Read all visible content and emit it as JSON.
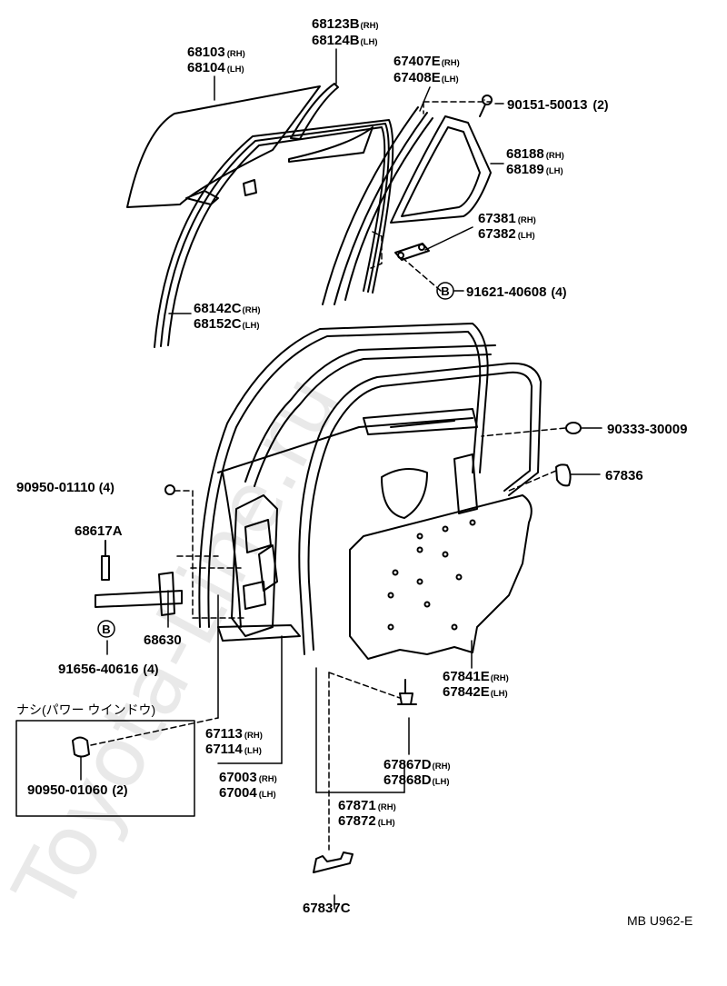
{
  "watermark": "Toyota-Line.ru",
  "diagram_code": "MB U962-E",
  "callout_no_power_window": "ナシ(パワー ウインドウ)",
  "bolt_marker": "B",
  "parts": {
    "p68103": {
      "n1": "68103",
      "s1": "(RH)",
      "n2": "68104",
      "s2": "(LH)"
    },
    "p68123B": {
      "n1": "68123B",
      "s1": "(RH)",
      "n2": "68124B",
      "s2": "(LH)"
    },
    "p67407E": {
      "n1": "67407E",
      "s1": "(RH)",
      "n2": "67408E",
      "s2": "(LH)"
    },
    "p90151": {
      "n1": "90151-50013",
      "q": "(2)"
    },
    "p68188": {
      "n1": "68188",
      "s1": "(RH)",
      "n2": "68189",
      "s2": "(LH)"
    },
    "p67381": {
      "n1": "67381",
      "s1": "(RH)",
      "n2": "67382",
      "s2": "(LH)"
    },
    "p91621": {
      "n1": "91621-40608",
      "q": "(4)"
    },
    "p68142C": {
      "n1": "68142C",
      "s1": "(RH)",
      "n2": "68152C",
      "s2": "(LH)"
    },
    "p90333": {
      "n1": "90333-30009"
    },
    "p67836": {
      "n1": "67836"
    },
    "p90950_01110": {
      "n1": "90950-01110",
      "q": "(4)"
    },
    "p68617A": {
      "n1": "68617A"
    },
    "p68630": {
      "n1": "68630"
    },
    "p91656": {
      "n1": "91656-40616",
      "q": "(4)"
    },
    "p67841E": {
      "n1": "67841E",
      "s1": "(RH)",
      "n2": "67842E",
      "s2": "(LH)"
    },
    "p67113": {
      "n1": "67113",
      "s1": "(RH)",
      "n2": "67114",
      "s2": "(LH)"
    },
    "p90950_01060": {
      "n1": "90950-01060",
      "q": "(2)"
    },
    "p67003": {
      "n1": "67003",
      "s1": "(RH)",
      "n2": "67004",
      "s2": "(LH)"
    },
    "p67867D": {
      "n1": "67867D",
      "s1": "(RH)",
      "n2": "67868D",
      "s2": "(LH)"
    },
    "p67871": {
      "n1": "67871",
      "s1": "(RH)",
      "n2": "67872",
      "s2": "(LH)"
    },
    "p67837C": {
      "n1": "67837C"
    }
  }
}
